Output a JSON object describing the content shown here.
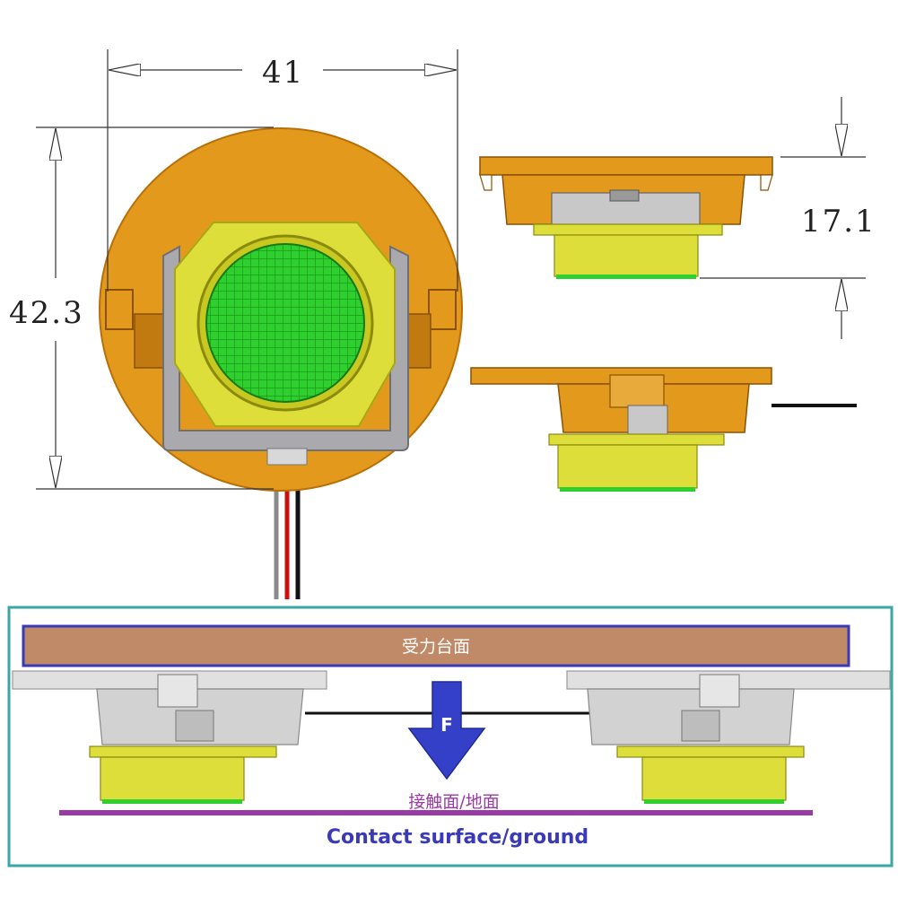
{
  "dimensions": {
    "width": "41",
    "height": "42.3",
    "thickness": "17.1"
  },
  "bottom_panel": {
    "top_plate_label": "受力台面",
    "force_label": "F",
    "contact_label_cn": "接触面/地面",
    "contact_label_en": "Contact surface/ground"
  },
  "colors": {
    "housing_orange": "#e39a1c",
    "housing_dark": "#b86f08",
    "yellow_ring": "#dede3a",
    "sensor_green": "#2fcf2f",
    "bracket_grey": "#a9a9ae",
    "frame_teal": "#3aa6a6",
    "top_plate": "#c08a68",
    "plate_border": "#3a3ab8",
    "ground_purple": "#9a3aa6",
    "arrow_blue": "#3540c8"
  }
}
